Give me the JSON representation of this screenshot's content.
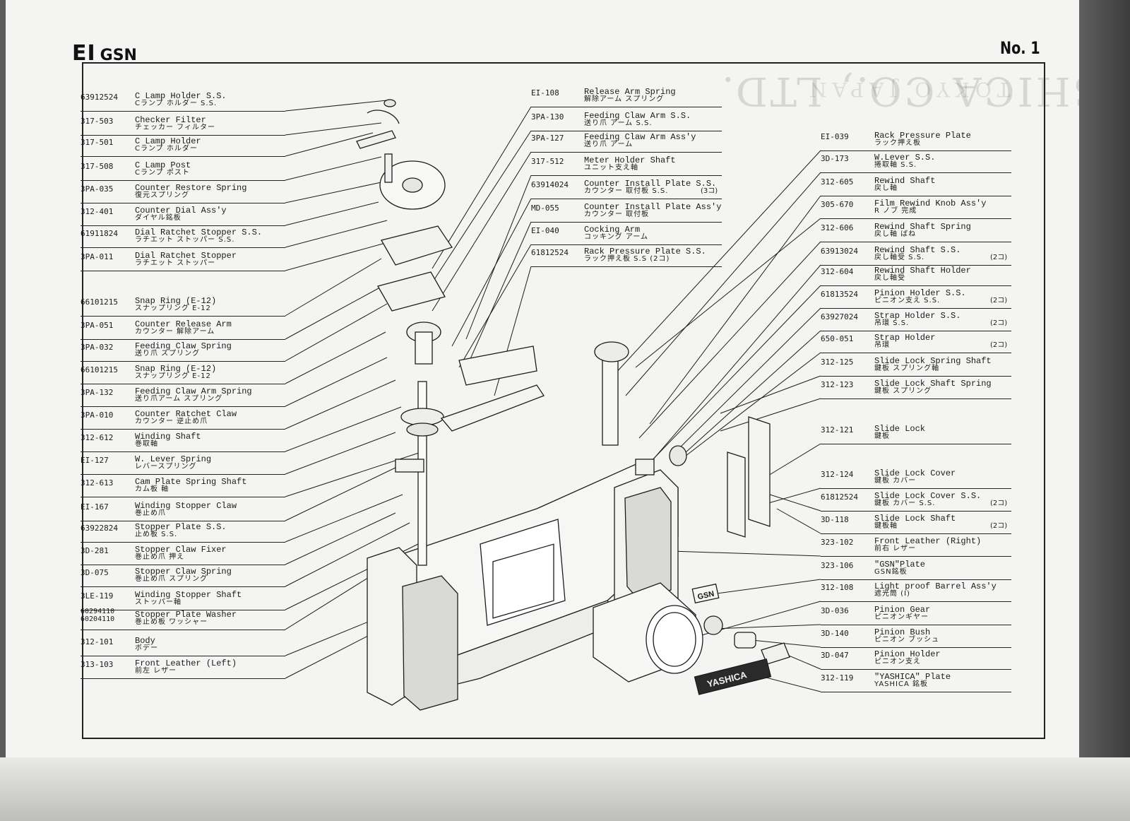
{
  "header": {
    "brand": "EI",
    "model": "GSN",
    "sheet_no": "No. 1"
  },
  "background_text": {
    "company": "YASHICA CO., LTD.",
    "city": "TOKYO JAPAN"
  },
  "parts_left": [
    {
      "code": "63912524",
      "en": "C Lamp Holder S.S.",
      "jp": "Cランプ ホルダー S.S."
    },
    {
      "code": "317-503",
      "en": "Checker Filter",
      "jp": "チェッカー フィルター"
    },
    {
      "code": "317-501",
      "en": "C Lamp Holder",
      "jp": "Cランプ ホルダー"
    },
    {
      "code": "317-508",
      "en": "C Lamp Post",
      "jp": "Cランプ ポスト"
    },
    {
      "code": "3PA-035",
      "en": "Counter Restore Spring",
      "jp": "復元スプリング"
    },
    {
      "code": "312-401",
      "en": "Counter Dial Ass'y",
      "jp": "ダイヤル銘板"
    },
    {
      "code": "61911824",
      "en": "Dial Ratchet Stopper S.S.",
      "jp": "ラチエット ストッパー S.S."
    },
    {
      "code": "3PA-011",
      "en": "Dial Ratchet Stopper",
      "jp": "ラチエット ストッパー"
    },
    {
      "code": "66101215",
      "en": "Snap Ring (E-12)",
      "jp": "スナップリング E-12"
    },
    {
      "code": "3PA-051",
      "en": "Counter Release Arm",
      "jp": "カウンター 解除アーム"
    },
    {
      "code": "3PA-032",
      "en": "Feeding Claw Spring",
      "jp": "送り爪 スプリング"
    },
    {
      "code": "66101215",
      "en": "Snap Ring (E-12)",
      "jp": "スナップリング E-12"
    },
    {
      "code": "3PA-132",
      "en": "Feeding Claw Arm Spring",
      "jp": "送り爪アーム スプリング"
    },
    {
      "code": "3PA-010",
      "en": "Counter Ratchet Claw",
      "jp": "カウンター 逆止め爪"
    },
    {
      "code": "312-612",
      "en": "Winding Shaft",
      "jp": "巻取軸"
    },
    {
      "code": "EI-127",
      "en": "W. Lever Spring",
      "jp": "レバースプリング"
    },
    {
      "code": "312-613",
      "en": "Cam Plate Spring Shaft",
      "jp": "カム板 軸"
    },
    {
      "code": "EI-167",
      "en": "Winding Stopper Claw",
      "jp": "巻止め爪"
    },
    {
      "code": "63922824",
      "en": "Stopper Plate S.S.",
      "jp": "止め板 S.S."
    },
    {
      "code": "3D-281",
      "en": "Stopper Claw Fixer",
      "jp": "巻止め爪 押え"
    },
    {
      "code": "3D-075",
      "en": "Stopper Claw Spring",
      "jp": "巻止め爪 スプリング"
    },
    {
      "code": "3LE-119",
      "en": "Winding Stopper Shaft",
      "jp": "ストッパー軸"
    },
    {
      "code": "60294110\n60204110",
      "en": "Stopper Plate Washer",
      "jp": "巻止め板 ワッシャー"
    },
    {
      "code": "312-101",
      "en": "Body",
      "jp": "ボデー"
    },
    {
      "code": "313-103",
      "en": "Front Leather (Left)",
      "jp": "前左 レザー"
    }
  ],
  "parts_middle": [
    {
      "code": "EI-108",
      "en": "Release Arm Spring",
      "jp": "解除アーム スプリング"
    },
    {
      "code": "3PA-130",
      "en": "Feeding Claw Arm S.S.",
      "jp": "送り爪 アーム S.S."
    },
    {
      "code": "3PA-127",
      "en": "Feeding Claw Arm Ass'y",
      "jp": "送り爪 アーム"
    },
    {
      "code": "317-512",
      "en": "Meter Holder Shaft",
      "jp": "ユニット支え軸"
    },
    {
      "code": "63914024",
      "en": "Counter Install Plate S.S.",
      "jp": "カウンター 取付板 S.S.",
      "qty": "(3コ)"
    },
    {
      "code": "MD-055",
      "en": "Counter Install Plate Ass'y",
      "jp": "カウンター 取付板"
    },
    {
      "code": "EI-040",
      "en": "Cocking Arm",
      "jp": "コッキング アーム"
    },
    {
      "code": "61812524",
      "en": "Rack Pressure Plate S.S.",
      "jp": "ラック押え板 S.S (2コ)"
    }
  ],
  "parts_right": [
    {
      "code": "EI-039",
      "en": "Rack Pressure Plate",
      "jp": "ラック押え板"
    },
    {
      "code": "3D-173",
      "en": "W.Lever S.S.",
      "jp": "捲取軸 S.S."
    },
    {
      "code": "312-605",
      "en": "Rewind Shaft",
      "jp": "戻し軸"
    },
    {
      "code": "305-670",
      "en": "Film Rewind Knob Ass'y",
      "jp": "R ノブ 完成"
    },
    {
      "code": "312-606",
      "en": "Rewind Shaft Spring",
      "jp": "戻し軸 ばね"
    },
    {
      "code": "63913024",
      "en": "Rewind Shaft S.S.",
      "jp": "戻し軸受 S.S.",
      "qty": "(2コ)"
    },
    {
      "code": "312-604",
      "en": "Rewind Shaft Holder",
      "jp": "戻し軸受"
    },
    {
      "code": "61813524",
      "en": "Pinion Holder S.S.",
      "jp": "ピニオン支え S.S.",
      "qty": "(2コ)"
    },
    {
      "code": "63927024",
      "en": "Strap Holder S.S.",
      "jp": "吊環 S.S.",
      "qty": "(2コ)"
    },
    {
      "code": "650-051",
      "en": "Strap Holder",
      "jp": "吊環",
      "qty": "(2コ)"
    },
    {
      "code": "312-125",
      "en": "Slide Lock Spring Shaft",
      "jp": "鍵板 スプリング軸"
    },
    {
      "code": "312-123",
      "en": "Slide Lock Shaft Spring",
      "jp": "鍵板 スプリング"
    },
    {
      "code": "312-121",
      "en": "Slide Lock",
      "jp": "鍵板"
    },
    {
      "code": "312-124",
      "en": "Slide Lock Cover",
      "jp": "鍵板 カバー"
    },
    {
      "code": "61812524",
      "en": "Slide Lock Cover S.S.",
      "jp": "鍵板 カバー S.S.",
      "qty": "(2コ)"
    },
    {
      "code": "3D-118",
      "en": "Slide Lock Shaft",
      "jp": "鍵板軸",
      "qty": "(2コ)"
    },
    {
      "code": "323-102",
      "en": "Front Leather (Right)",
      "jp": "前右 レザー"
    },
    {
      "code": "323-106",
      "en": "\"GSN\"Plate",
      "jp": "GSN銘板"
    },
    {
      "code": "312-108",
      "en": "Light proof Barrel Ass'y",
      "jp": "遮光筒 (I)"
    },
    {
      "code": "3D-036",
      "en": "Pinion Gear",
      "jp": "ピニオンギヤー"
    },
    {
      "code": "3D-140",
      "en": "Pinion Bush",
      "jp": "ピニオン ブッシュ"
    },
    {
      "code": "3D-047",
      "en": "Pinion Holder",
      "jp": "ピニオン支え"
    },
    {
      "code": "312-119",
      "en": "\"YASHICA\" Plate",
      "jp": "YASHICA 銘板"
    }
  ],
  "drawing_labels": {
    "gsn_badge": "GSN",
    "yashica_badge": "YASHICA"
  }
}
